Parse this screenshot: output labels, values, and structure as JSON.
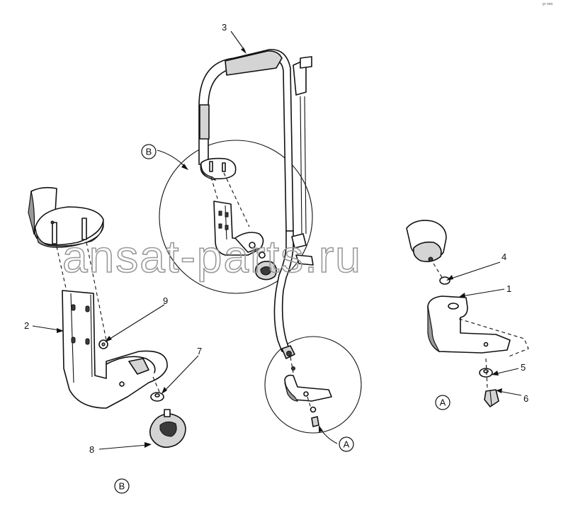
{
  "diagram": {
    "watermark": "ansat-parts.ru",
    "corner_mark": "gⁿ ooo",
    "callouts": [
      "1",
      "2",
      "3",
      "4",
      "5",
      "6",
      "7",
      "8",
      "9"
    ],
    "detail_refs": {
      "A": "A",
      "B": "B"
    }
  }
}
